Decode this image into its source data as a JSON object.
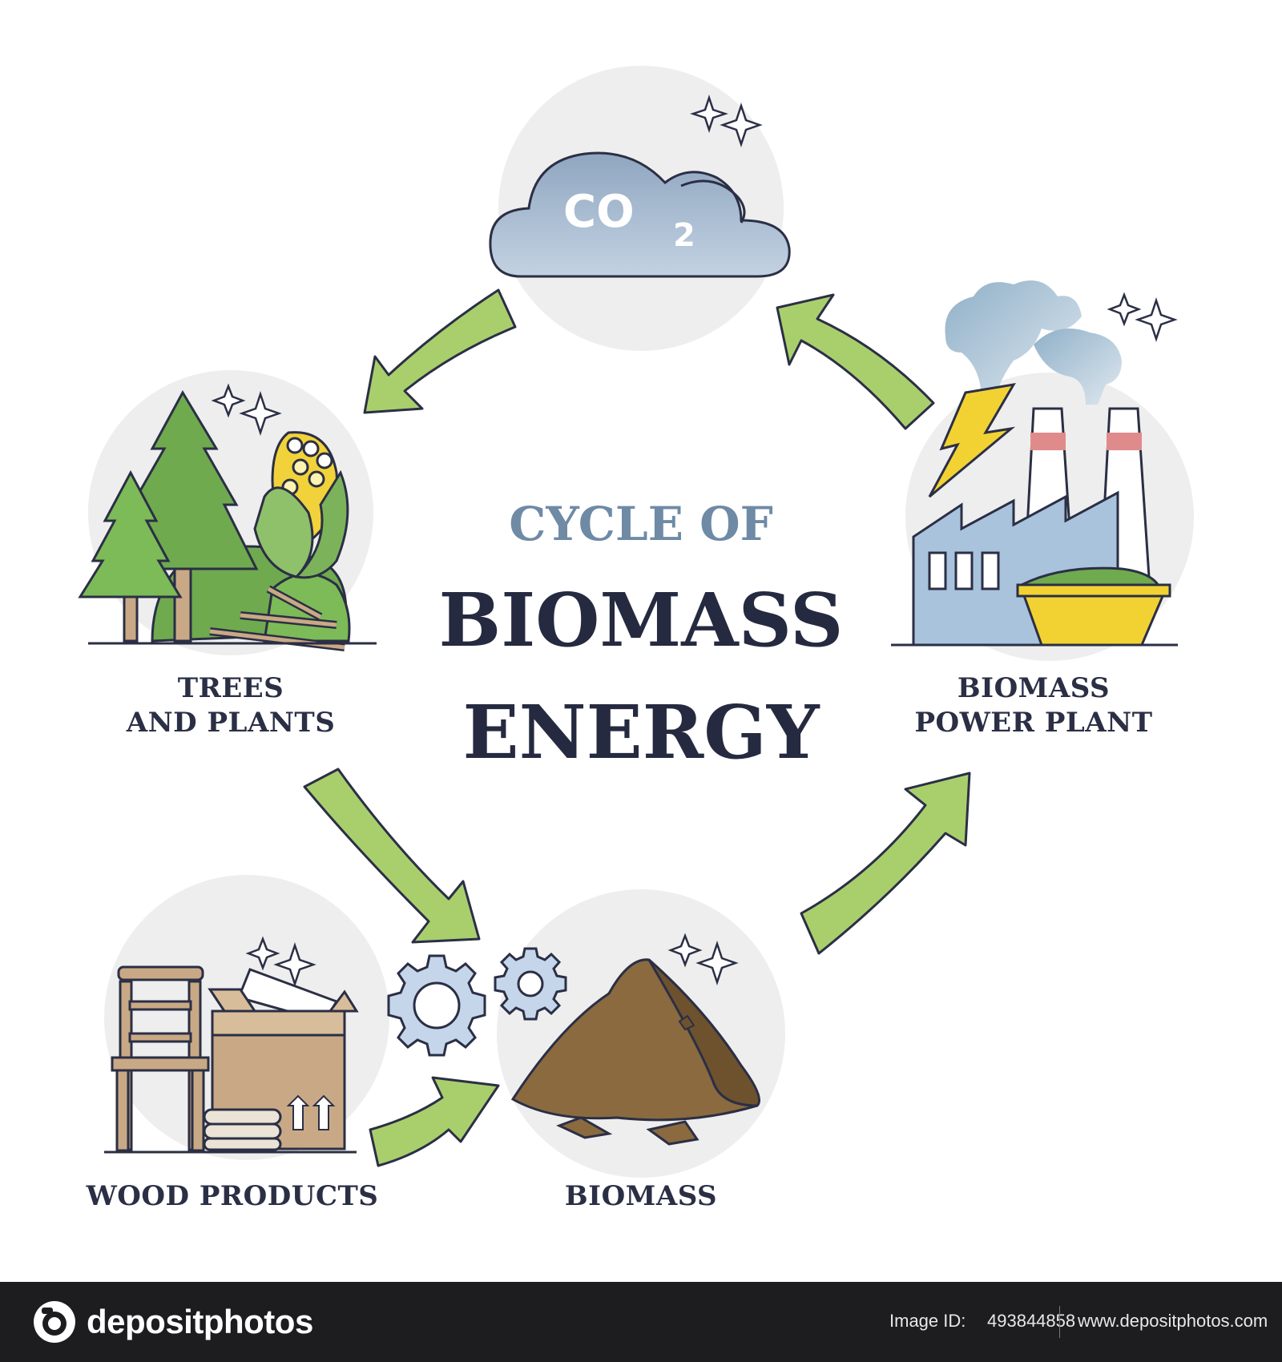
{
  "title": {
    "line1": "CYCLE OF",
    "line2": "BIOMASS",
    "line3": "ENERGY"
  },
  "nodes": {
    "co2": {
      "label": "CO2",
      "main": "CO",
      "sub": "2"
    },
    "trees": {
      "line1": "TREES",
      "line2": "AND PLANTS"
    },
    "power_plant": {
      "line1": "BIOMASS",
      "line2": "POWER PLANT"
    },
    "wood_products": {
      "label": "WOOD PRODUCTS"
    },
    "biomass": {
      "label": "BIOMASS"
    }
  },
  "footer": {
    "brand": "depositphotos",
    "image_id_label": "Image ID:",
    "image_id": "493844858",
    "site": "www.depositphotos.com"
  },
  "colors": {
    "arrow_fill": "#a9cf6d",
    "arrow_stroke": "#2b2f45",
    "title_accent": "#6f8aa5",
    "title_main": "#262a40",
    "circle_bg": "#eeeeee",
    "cloud": "#a9bcd0",
    "tree_green": "#6faa4f",
    "factory_blue": "#a9c3dd",
    "container_yellow": "#f2d233",
    "soil_brown": "#8a6a3e",
    "box_tan": "#c9a985",
    "gear_blue": "#c5d6ea"
  },
  "icons": [
    "cloud-icon",
    "tree-icon",
    "corn-icon",
    "factory-icon",
    "lightning-icon",
    "chair-icon",
    "box-icon",
    "gear-icon",
    "soil-pile-icon",
    "sparkle-icon"
  ]
}
